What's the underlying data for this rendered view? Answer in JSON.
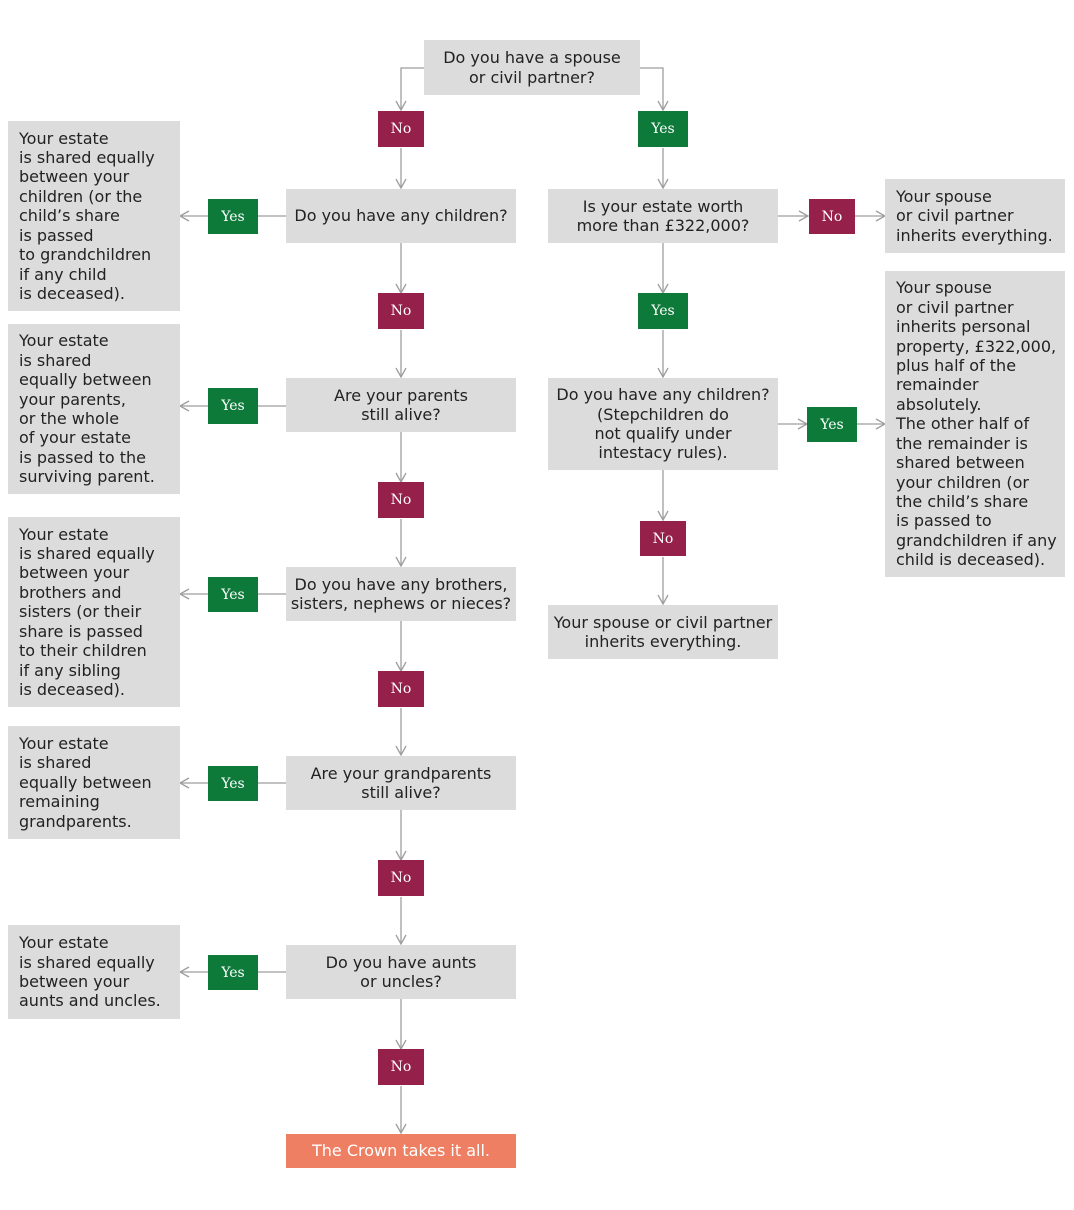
{
  "colors": {
    "question_box": "#dcdcdc",
    "no_label": "#95214a",
    "yes_label": "#0e7a3a",
    "final_outcome": "#ee7f63",
    "connector": "#9e9e9e"
  },
  "labels": {
    "no": "No",
    "yes": "Yes"
  },
  "questions": {
    "spouse": "Do you have a spouse\nor civil partner?",
    "children": "Do you have any children?",
    "parents": "Are your parents\nstill alive?",
    "siblings": "Do you have any brothers,\nsisters, nephews or nieces?",
    "grandparents": "Are your grandparents\nstill alive?",
    "aunts_uncles": "Do you have aunts\nor uncles?",
    "estate_worth": "Is your estate worth\nmore than £322,000?",
    "spouse_children": "Do you have any children?\n(Stepchildren do\nnot qualify under\nintestacy rules)."
  },
  "outcomes": {
    "children": "Your estate\nis shared equally\nbetween your\nchildren (or the\nchild’s share\nis passed\nto grandchildren\nif any child\nis deceased).",
    "parents": "Your estate\nis shared\nequally between\nyour parents,\nor the whole\nof your estate\nis passed to the\nsurviving parent.",
    "siblings": "Your estate\nis shared equally\nbetween your\nbrothers and\nsisters (or their\nshare is passed\nto their children\nif any sibling\nis deceased).",
    "grandparents": "Your estate\nis shared\nequally between\nremaining\ngrandparents.",
    "aunts_uncles": "Your estate\nis shared equally\nbetween your\naunts and uncles.",
    "spouse_under": "Your spouse\nor civil partner\ninherits everything.",
    "spouse_children_yes": "Your spouse\nor civil partner\ninherits personal\nproperty, £322,000,\nplus half of the\nremainder\nabsolutely.\nThe other half of\nthe remainder is\nshared between\nyour children (or\nthe child’s share\nis passed to\ngrandchildren if any\nchild is deceased).",
    "spouse_no_children": "Your spouse or civil partner\ninherits everything.",
    "crown": "The Crown takes it all."
  }
}
